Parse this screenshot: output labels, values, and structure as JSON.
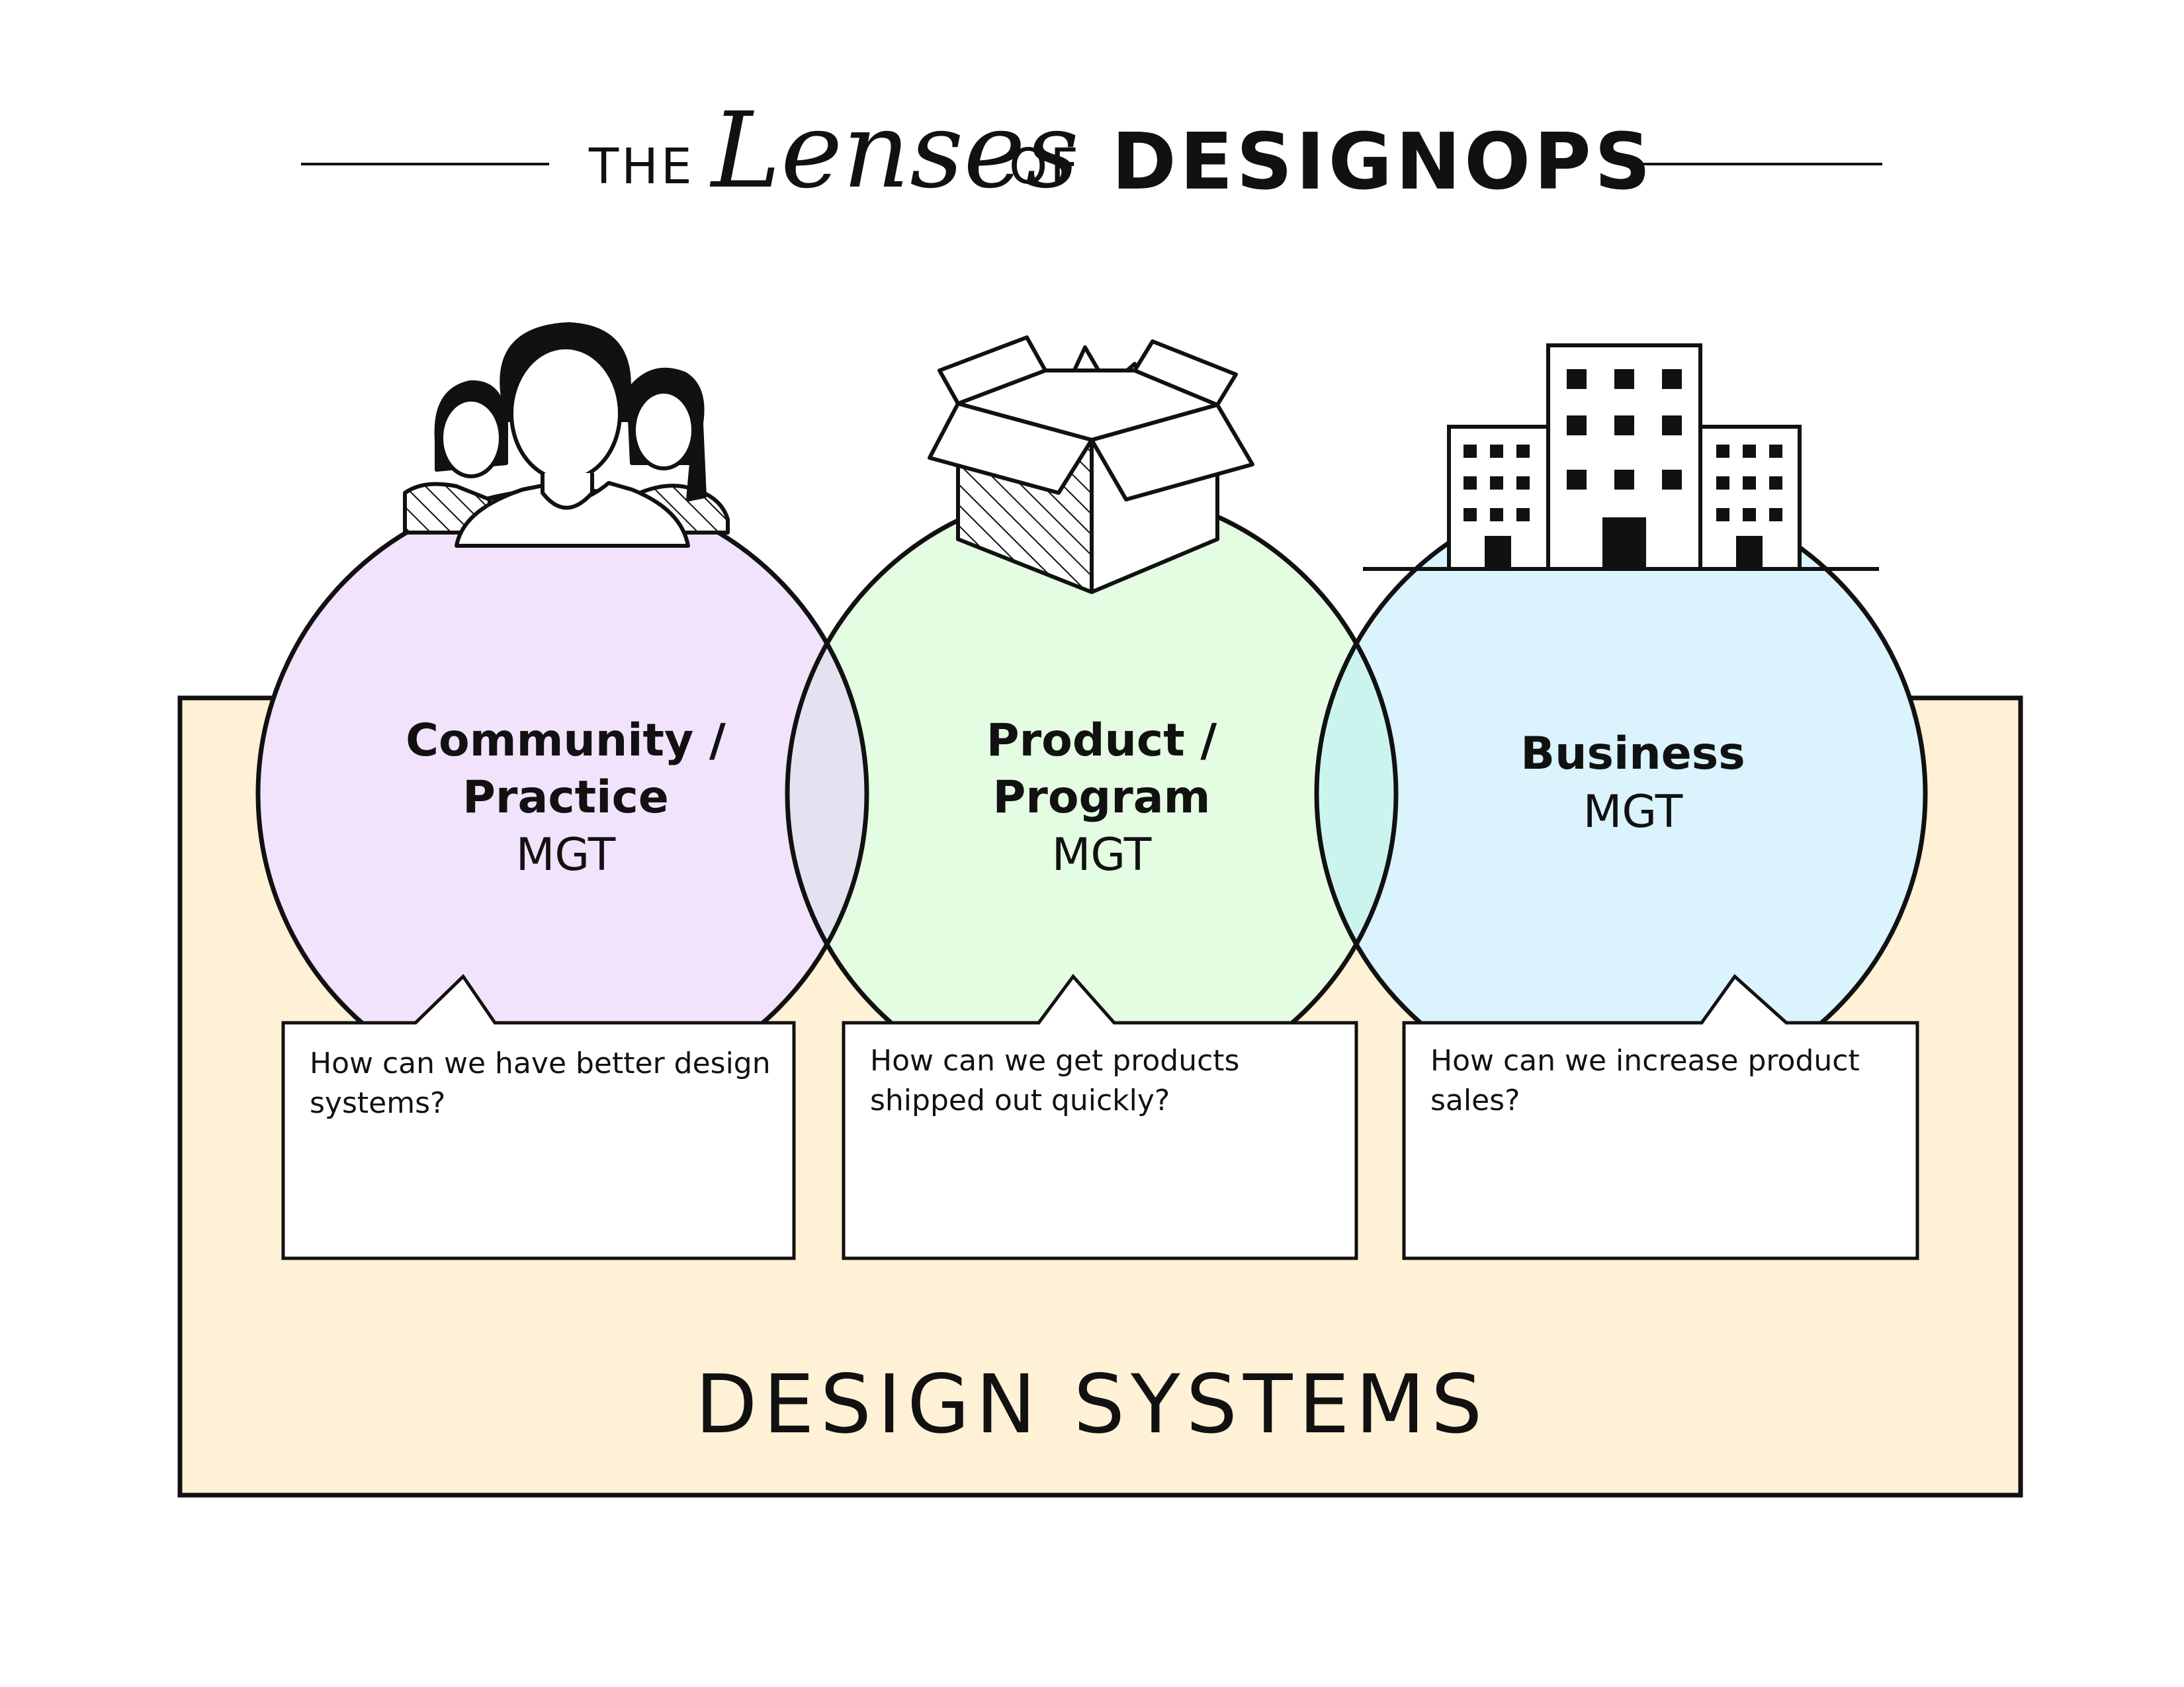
{
  "title": {
    "prefix": "THE",
    "script": "Lenses",
    "connector": "OF",
    "main": "DESIGNOPS"
  },
  "base": {
    "label": "DESIGN SYSTEMS",
    "fill": "#FFF1D6"
  },
  "lenses": [
    {
      "title_lines": [
        "Community /",
        "Practice"
      ],
      "suffix": "MGT",
      "fill": "#F2E3FC",
      "icon": "people-icon",
      "question_lines": [
        "How can we have better design",
        "systems?"
      ]
    },
    {
      "title_lines": [
        "Product /",
        "Program"
      ],
      "suffix": "MGT",
      "fill": "#E4FCE2",
      "icon": "box-icon",
      "question_lines": [
        "How can we get products",
        "shipped out quickly?"
      ]
    },
    {
      "title_lines": [
        "Business"
      ],
      "suffix": "MGT",
      "fill": "#DAF3FC",
      "icon": "buildings-icon",
      "question_lines": [
        "How can we increase product",
        "sales?"
      ]
    }
  ],
  "overlap_colors": [
    "#E4E2F0",
    "#CBF4EE"
  ],
  "stroke_color": "#111111"
}
